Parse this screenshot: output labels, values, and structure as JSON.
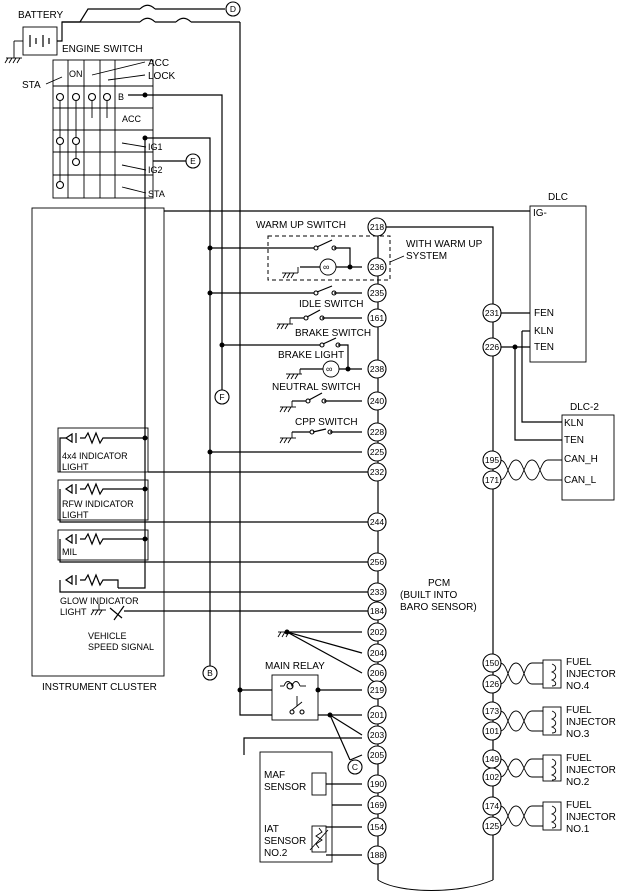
{
  "labels": {
    "battery": "BATTERY",
    "engine_switch": "ENGINE SWITCH",
    "acc_top": "ACC",
    "lock": "LOCK",
    "sta_left": "STA",
    "on": "ON",
    "b": "B",
    "acc": "ACC",
    "ig1": "IG1",
    "ig2": "IG2",
    "sta": "STA",
    "dlc": "DLC",
    "ig_minus": "IG-",
    "fen": "FEN",
    "kln": "KLN",
    "ten": "TEN",
    "dlc2": "DLC-2",
    "kln2": "KLN",
    "ten2": "TEN",
    "can_h": "CAN_H",
    "can_l": "CAN_L",
    "warm_up_switch": "WARM UP SWITCH",
    "with_warm_up_1": "WITH WARM UP",
    "with_warm_up_2": "SYSTEM",
    "idle_switch": "IDLE SWITCH",
    "brake_switch": "BRAKE SWITCH",
    "brake_light": "BRAKE LIGHT",
    "neutral_switch": "NEUTRAL SWITCH",
    "cpp_switch": "CPP SWITCH",
    "ind4x4_1": "4x4 INDICATOR",
    "ind4x4_2": "LIGHT",
    "rfw_1": "RFW INDICATOR",
    "rfw_2": "LIGHT",
    "mil": "MIL",
    "glow_1": "GLOW INDICATOR",
    "glow_2": "LIGHT",
    "vss_1": "VEHICLE",
    "vss_2": "SPEED SIGNAL",
    "instrument_cluster": "INSTRUMENT CLUSTER",
    "pcm_1": "PCM",
    "pcm_2": "(BUILT INTO",
    "pcm_3": "BARO SENSOR)",
    "main_relay": "MAIN RELAY",
    "maf_1": "MAF",
    "maf_2": "SENSOR",
    "iat_1": "IAT",
    "iat_2": "SENSOR",
    "iat_3": "NO.2",
    "fuel": "FUEL",
    "injector": "INJECTOR",
    "inj4": "NO.4",
    "inj3": "NO.3",
    "inj2": "NO.2",
    "inj1": "NO.1",
    "conn_d": "D",
    "conn_e": "E",
    "conn_f": "F",
    "conn_b": "B",
    "conn_c": "C"
  },
  "pcm_pins": [
    "218",
    "236",
    "235",
    "161",
    "238",
    "240",
    "228",
    "225",
    "232",
    "244",
    "256",
    "233",
    "184",
    "202",
    "204",
    "206",
    "219",
    "201",
    "203",
    "205",
    "190",
    "169",
    "154",
    "188"
  ],
  "right_pins": [
    "231",
    "226",
    "195",
    "171",
    "150",
    "126",
    "173",
    "101",
    "149",
    "102",
    "174",
    "125"
  ]
}
